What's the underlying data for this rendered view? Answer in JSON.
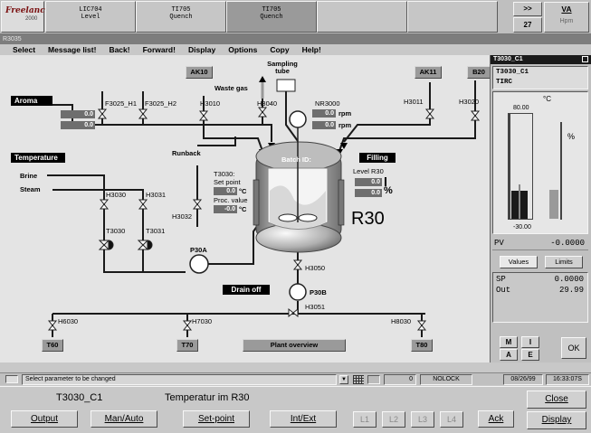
{
  "header": {
    "logo": "Freelance",
    "logo_sub": "2000",
    "tabs": [
      {
        "name": "LIC704",
        "sub": "Level"
      },
      {
        "name": "TI705",
        "sub": "Quench"
      },
      {
        "name": "TI705",
        "sub": "Quench"
      }
    ],
    "nav_arrows": ">>",
    "nav_page": "27",
    "right_title": "VA",
    "right_sub": "Hpm"
  },
  "window_title": "R3035",
  "menu": [
    "Select",
    "Message list!",
    "Back!",
    "Forward!",
    "Display",
    "Options",
    "Copy",
    "Help!"
  ],
  "plant": {
    "labels": {
      "aroma": "Aroma",
      "temperature": "Temperature",
      "brine": "Brine",
      "steam": "Steam",
      "waste_gas": "Waste gas",
      "sampling_tube": "Sampling tube",
      "runback": "Runback",
      "filling": "Filling",
      "level_r30": "Level R30",
      "batch_id": "Batch ID:",
      "reactor": "R30",
      "drain_off": "Drain off",
      "plant_overview": "Plant overview",
      "t3030_title": "T3030:",
      "set_point": "Set point",
      "proc_value": "Proc. value",
      "rpm": "rpm",
      "deg_c": "°C",
      "percent": "%"
    },
    "tanks": {
      "ak10": "AK10",
      "ak11": "AK11",
      "b20": "B20",
      "t60": "T60",
      "t70": "T70",
      "t80": "T80"
    },
    "valves": {
      "f3025_h1": "F3025_H1",
      "f3025_h2": "F3025_H2",
      "h3010": "H3010",
      "h3040": "H3040",
      "h3011": "H3011",
      "h3020": "H3020",
      "nr3000": "NR3000",
      "h3030": "H3030",
      "h3031": "H3031",
      "t3030": "T3030",
      "t3031": "T3031",
      "h3032": "H3032",
      "p30a": "P30A",
      "h3050": "H3050",
      "p30b": "P30B",
      "h3051": "H3051",
      "h6030": "H6030",
      "h7030": "H7030",
      "h8030": "H8030"
    },
    "values": {
      "aroma1": "0.0",
      "aroma2": "0.0",
      "rpm1": "0.0",
      "rpm2": "0.0",
      "sp": "0.0",
      "pv": "-0.0",
      "level1": "0.0",
      "level2": "0.0"
    }
  },
  "faceplate": {
    "title": "T3030_C1",
    "tag": "T3030_C1",
    "type": "TIRC",
    "unit": "°C",
    "scale_top": "80.00",
    "scale_bottom": "-30.00",
    "pct": "%",
    "pv_label": "PV",
    "pv_value": "-0.0000",
    "values_btn": "Values",
    "limits_btn": "Limits",
    "sp_label": "SP",
    "sp_value": "0.0000",
    "out_label": "Out",
    "out_value": "29.99",
    "m_btn": "M",
    "i_btn": "I",
    "a_btn": "A",
    "e_btn": "E",
    "ok_btn": "OK",
    "bar_pv_fraction": 0.27,
    "bar_out_fraction": 0.3
  },
  "statusbar": {
    "prompt": "Select parameter to be changed",
    "count": "0",
    "lock": "NOLOCK",
    "date": "08/26/99",
    "time": "16:33:07S"
  },
  "bottom": {
    "tag": "T3030_C1",
    "description": "Temperatur im R30",
    "buttons": [
      "Output",
      "Man/Auto",
      "Set-point",
      "Int/Ext"
    ],
    "l_buttons": [
      "L1",
      "L2",
      "L3",
      "L4"
    ],
    "ack": "Ack",
    "close": "Close",
    "display": "Display"
  }
}
